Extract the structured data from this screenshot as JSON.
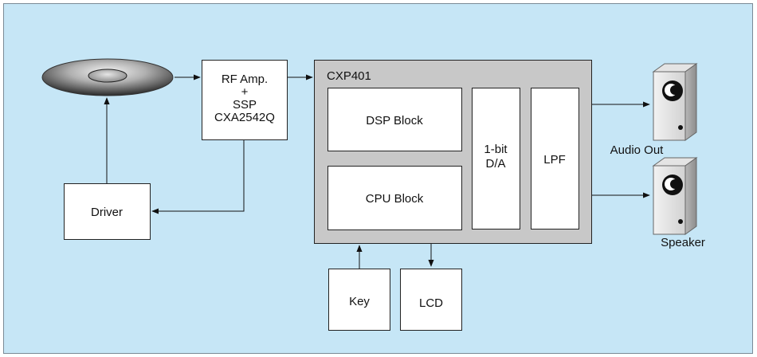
{
  "colors": {
    "background": "#c6e6f6",
    "panel_border": "#7a8a96",
    "chip": "#c8c8c8",
    "box": "#ffffff",
    "line": "#111111"
  },
  "blocks": {
    "rf": {
      "line1": "RF Amp.",
      "line2": "+",
      "line3": "SSP",
      "line4": "CXA2542Q"
    },
    "driver": "Driver",
    "chip_title": "CXP401",
    "dsp": "DSP Block",
    "cpu": "CPU Block",
    "da": {
      "line1": "1-bit",
      "line2": "D/A"
    },
    "lpf": "LPF",
    "key": "Key",
    "lcd": "LCD"
  },
  "labels": {
    "audio_out": "Audio Out",
    "speaker": "Speaker"
  },
  "icons": [
    "disc-icon",
    "speaker-icon"
  ]
}
